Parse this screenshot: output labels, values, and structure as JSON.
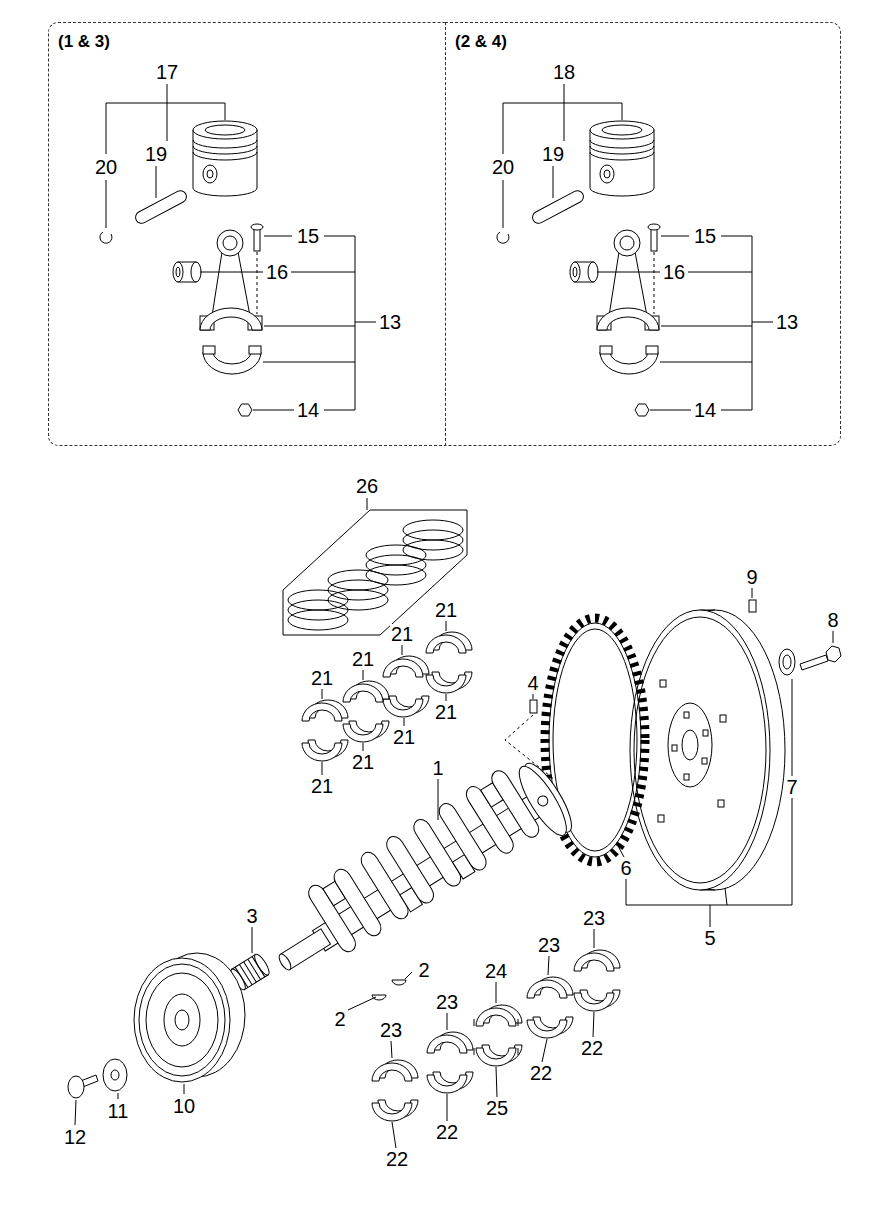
{
  "diagram": {
    "nodes": [
      {
        "text": [
          "(1 & 3)"
        ]
      },
      {
        "text": [
          "(2 & 4)"
        ]
      }
    ],
    "labels": [
      "17",
      "20",
      "19",
      "15",
      "16",
      "13",
      "14",
      "18",
      "20",
      "19",
      "15",
      "16",
      "13",
      "14",
      "26",
      "9",
      "21",
      "8",
      "21",
      "21",
      "21",
      "4",
      "21",
      "21",
      "21",
      "1",
      "7",
      "21",
      "6",
      "3",
      "23",
      "5",
      "23",
      "2",
      "24",
      "23",
      "2",
      "23",
      "22",
      "22",
      "10",
      "25",
      "11",
      "22",
      "12",
      "22"
    ]
  }
}
